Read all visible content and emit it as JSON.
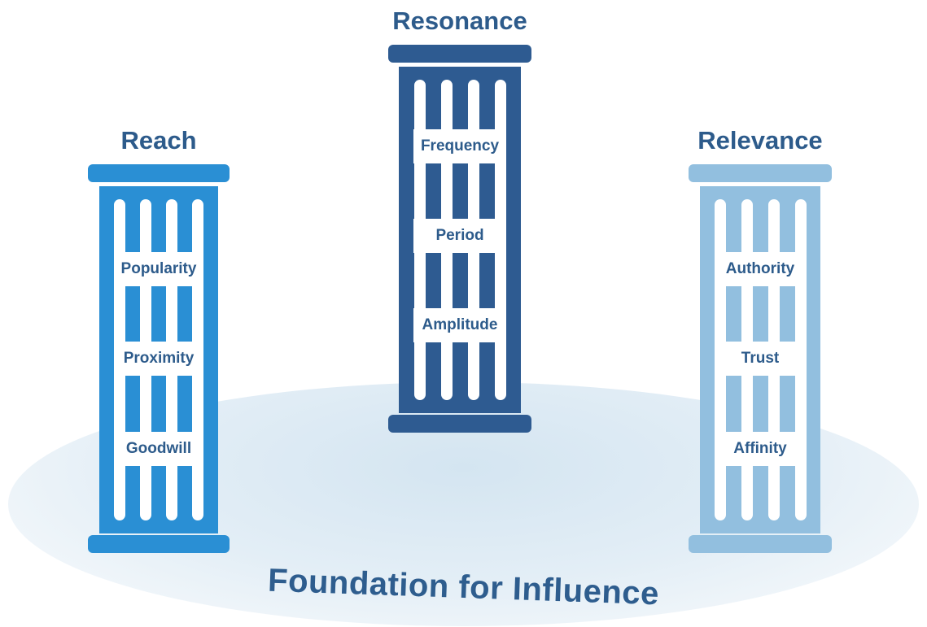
{
  "title": "Foundation for Influence",
  "colors": {
    "reach": "#2a8fd4",
    "resonance": "#2e5b91",
    "relevance": "#92bfdf",
    "text": "#2d5b8b"
  },
  "pillars": [
    {
      "key": "reach",
      "title": "Reach",
      "items": [
        "Popularity",
        "Proximity",
        "Goodwill"
      ]
    },
    {
      "key": "resonance",
      "title": "Resonance",
      "items": [
        "Frequency",
        "Period",
        "Amplitude"
      ]
    },
    {
      "key": "relevance",
      "title": "Relevance",
      "items": [
        "Authority",
        "Trust",
        "Affinity"
      ]
    }
  ]
}
